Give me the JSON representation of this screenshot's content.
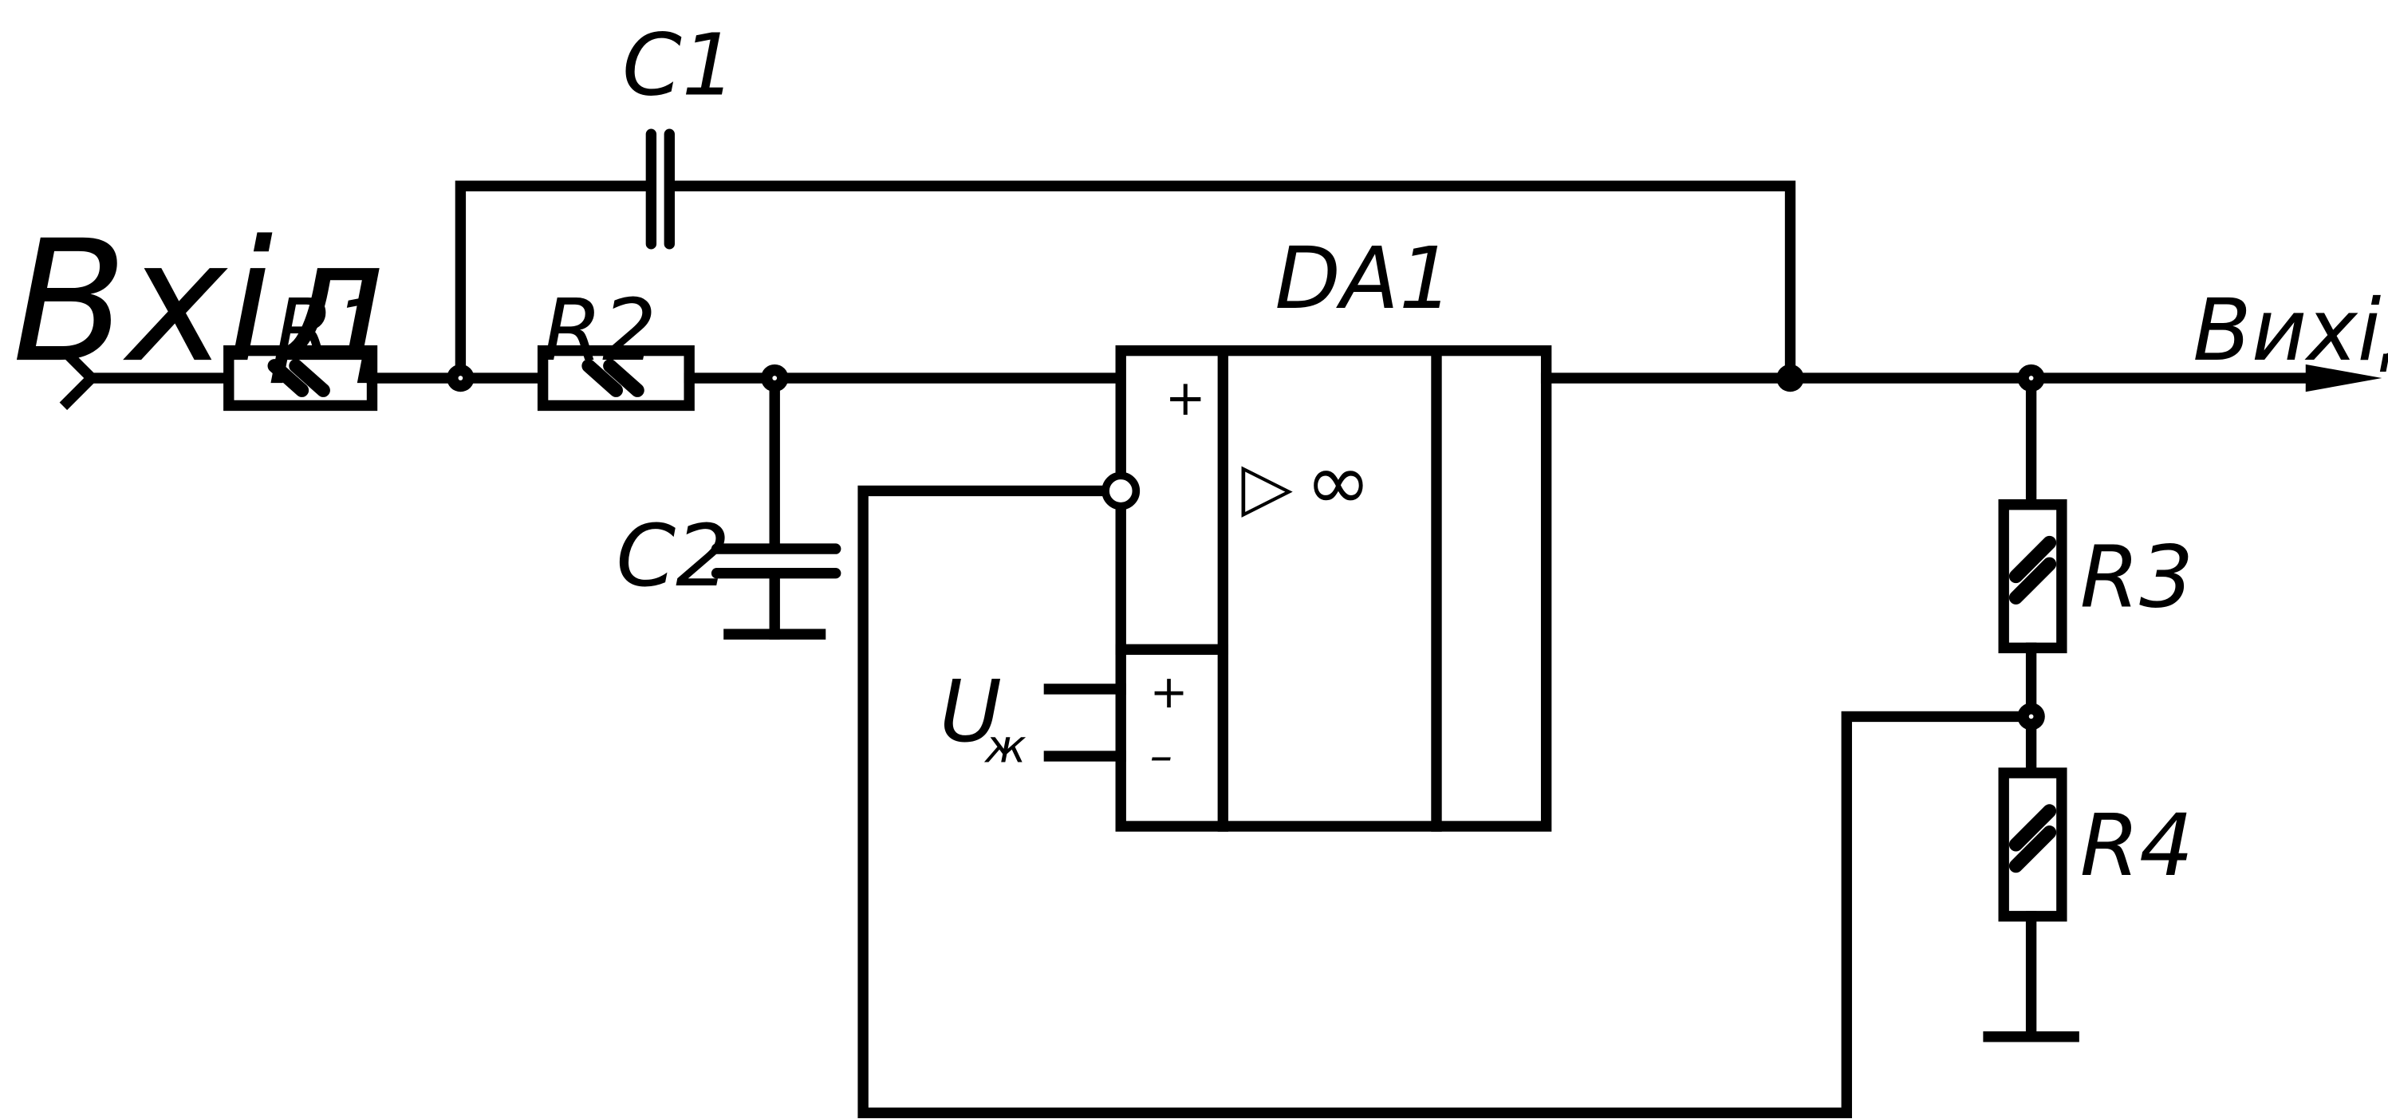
{
  "diagram": {
    "labels": {
      "input": "Вхід",
      "output": "Вихід",
      "r1": "R1",
      "r2": "R2",
      "r3": "R3",
      "r4": "R4",
      "c1": "C1",
      "c2": "C2",
      "da1": "DA1",
      "supply_u": "U",
      "supply_sub": "ж"
    },
    "opamp": {
      "noninverting_sign": "+",
      "supply_plus": "+",
      "supply_minus": "–",
      "function_symbol": "▷",
      "gain_symbol": "∞"
    }
  }
}
